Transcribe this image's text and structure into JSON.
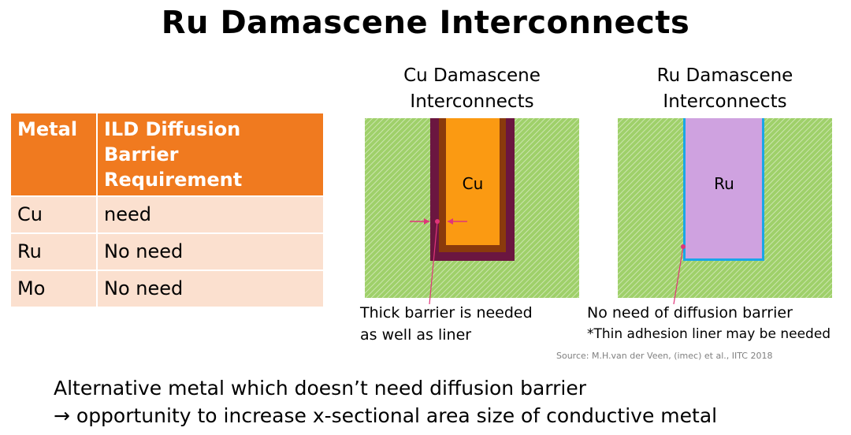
{
  "title": "Ru Damascene Interconnects",
  "table": {
    "headers": [
      "Metal",
      "ILD Diffusion Barrier Requirement"
    ],
    "rows": [
      [
        "Cu",
        "need"
      ],
      [
        "Ru",
        "No need"
      ],
      [
        "Mo",
        "No need"
      ]
    ]
  },
  "cu_diagram": {
    "caption_line1": "Cu Damascene",
    "caption_line2": "Interconnects",
    "metal_label": "Cu",
    "note_line1": "Thick barrier is needed",
    "note_line2": "as well as liner"
  },
  "ru_diagram": {
    "caption_line1": "Ru Damascene",
    "caption_line2": "Interconnects",
    "metal_label": "Ru",
    "note_line1": "No need of diffusion barrier",
    "note_line2": "*Thin adhesion liner may be needed"
  },
  "source": "Source: M.H.van der Veen, (imec) et al., IITC 2018",
  "bottom_line1": "Alternative metal which doesn’t need diffusion barrier",
  "bottom_line2": "→ opportunity to increase x-sectional area size of conductive metal",
  "colors": {
    "ild_green": "#9fd06a",
    "ild_hatch": "#d6ebbf",
    "barrier": "#6b1640",
    "liner": "#8a3a0c",
    "cu_fill": "#fb9a12",
    "ru_fill": "#cfa2e0",
    "ru_liner": "#1aa6e8",
    "arrow": "#e0357a",
    "header_orange": "#f07a1f",
    "row_peach": "#fbe0cf"
  }
}
